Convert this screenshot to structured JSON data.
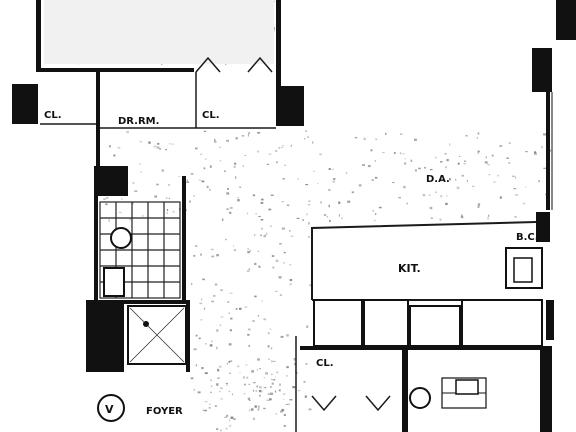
{
  "rooms": {
    "closet_left": "CL.",
    "dressing_room": "DR.RM.",
    "closet_right": "CL.",
    "dining_area": "D.A.",
    "kitchen": "KIT.",
    "breakfast_corner": "B.C.",
    "closet_lower": "CL.",
    "foyer": "FOYER"
  },
  "unit_badge": "V",
  "colors": {
    "wall": "#111111",
    "line": "#1a1a1a",
    "speckle": "#6b6b6b",
    "background": "#ffffff"
  }
}
